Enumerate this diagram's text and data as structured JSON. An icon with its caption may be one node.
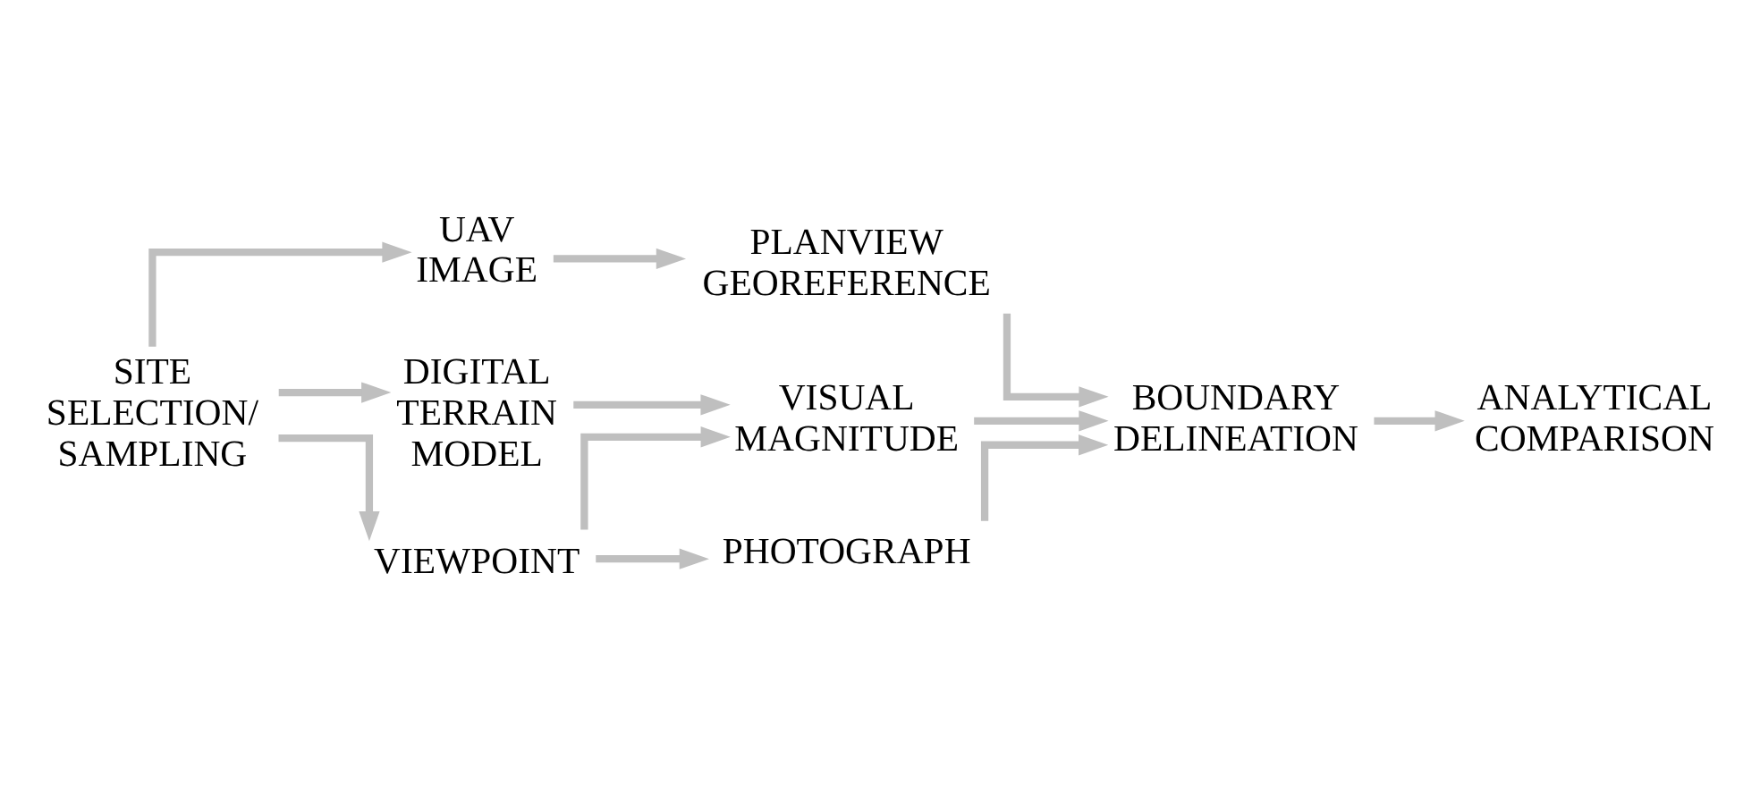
{
  "diagram": {
    "nodes": [
      {
        "text": [
          "SITE SELECTION/ SAMPLING"
        ]
      },
      {
        "text": [
          "UAV IMAGE"
        ]
      },
      {
        "text": [
          "PLANVIEW GEOREFERENCE"
        ]
      },
      {
        "text": [
          "DIGITAL TERRAIN MODEL"
        ]
      },
      {
        "text": [
          "VISUAL MAGNITUDE"
        ]
      },
      {
        "text": [
          "VIEWPOINT"
        ]
      },
      {
        "text": [
          "PHOTOGRAPH"
        ]
      },
      {
        "text": [
          "BOUNDARY DELINEATION"
        ]
      },
      {
        "text": [
          "ANALYTICAL COMPARISON"
        ]
      }
    ],
    "edges": [
      {
        "from": 0,
        "to": 1,
        "arrow": "to"
      },
      {
        "from": 0,
        "to": 3,
        "arrow": "to"
      },
      {
        "from": 0,
        "to": 5,
        "arrow": "to"
      },
      {
        "from": 1,
        "to": 2,
        "arrow": "to"
      },
      {
        "from": 3,
        "to": 4,
        "arrow": "to"
      },
      {
        "from": 5,
        "to": 4,
        "arrow": "to"
      },
      {
        "from": 5,
        "to": 6,
        "arrow": "to"
      },
      {
        "from": 2,
        "to": 7,
        "arrow": "to"
      },
      {
        "from": 4,
        "to": 7,
        "arrow": "to"
      },
      {
        "from": 6,
        "to": 7,
        "arrow": "to"
      },
      {
        "from": 7,
        "to": 8,
        "arrow": "to"
      }
    ]
  }
}
